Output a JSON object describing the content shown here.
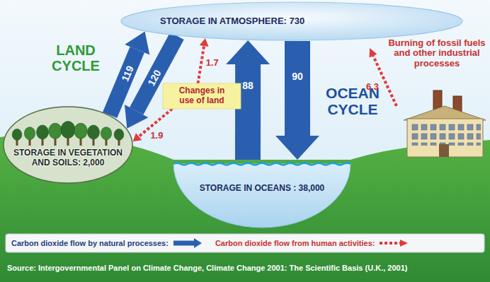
{
  "diagram": {
    "caption": "Source: Intergovernmental Panel on Climate Change, Climate Change 2001: The Scientific Basis (U.K., 2001)",
    "nodes": [
      {
        "text": [
          "STORAGE IN ATMOSPHERE: 730"
        ]
      },
      {
        "text": [
          "STORAGE IN VEGETATION AND SOILS: 2,000"
        ]
      },
      {
        "text": [
          "STORAGE IN OCEANS : 38,000"
        ]
      },
      {
        "text": [
          "Changes in use of land"
        ]
      }
    ],
    "edges": [
      {
        "from": 1,
        "to": 0,
        "arrow": "to",
        "label": "119"
      },
      {
        "from": 0,
        "to": 1,
        "arrow": "to",
        "label": "120"
      },
      {
        "from": 2,
        "to": 0,
        "arrow": "to",
        "label": "88"
      },
      {
        "from": 0,
        "to": 2,
        "arrow": "to",
        "label": "90"
      },
      {
        "from": 3,
        "to": 0,
        "arrow": "to",
        "label": "1.7"
      },
      {
        "from": 3,
        "to": 1,
        "arrow": "to",
        "label": "1.9"
      }
    ],
    "labels": [
      "LAND CYCLE",
      "OCEAN CYCLE",
      "Burning of fossil fuels and other industrial processes",
      "6.3"
    ],
    "legend": [
      {
        "text": "Carbon dioxide flow by natural processes:"
      },
      {
        "text": "Carbon dioxide flow from human activities:"
      }
    ]
  }
}
